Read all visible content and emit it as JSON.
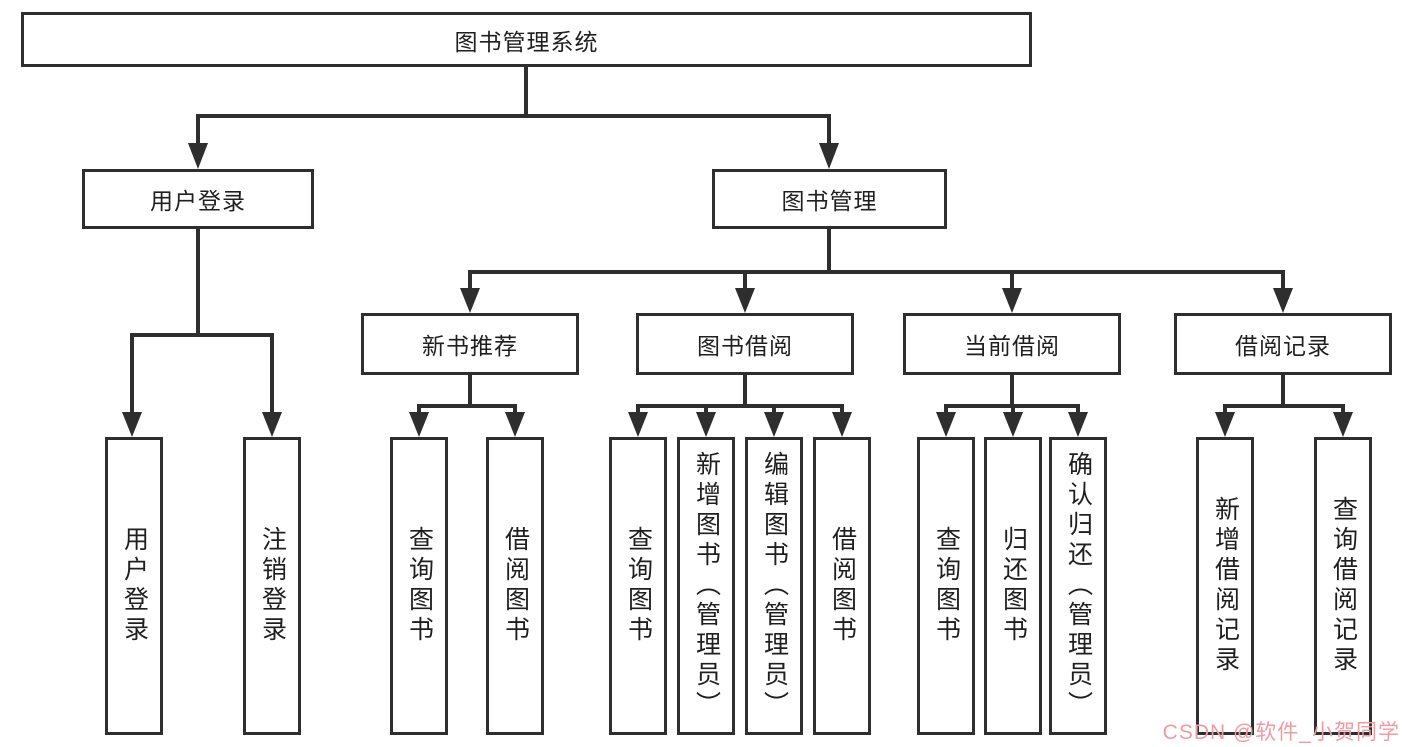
{
  "root": {
    "label": "图书管理系统"
  },
  "branches": [
    {
      "label": "用户登录",
      "leaves": [
        "用户登录",
        "注销登录"
      ]
    },
    {
      "label": "图书管理",
      "groups": [
        {
          "label": "新书推荐",
          "leaves": [
            "查询图书",
            "借阅图书"
          ]
        },
        {
          "label": "图书借阅",
          "leaves": [
            "查询图书",
            "新增图书（管理员）",
            "编辑图书（管理员）",
            "借阅图书"
          ]
        },
        {
          "label": "当前借阅",
          "leaves": [
            "查询图书",
            "归还图书",
            "确认归还（管理员）"
          ]
        },
        {
          "label": "借阅记录",
          "leaves": [
            "新增借阅记录",
            "查询借阅记录"
          ]
        }
      ]
    }
  ],
  "watermark": {
    "text": "CSDN @软件_小贺同学",
    "color": "#f09aa2"
  },
  "colors": {
    "line": "#2e2e2e",
    "background": "#ffffff",
    "text": "#1f1f1f"
  }
}
